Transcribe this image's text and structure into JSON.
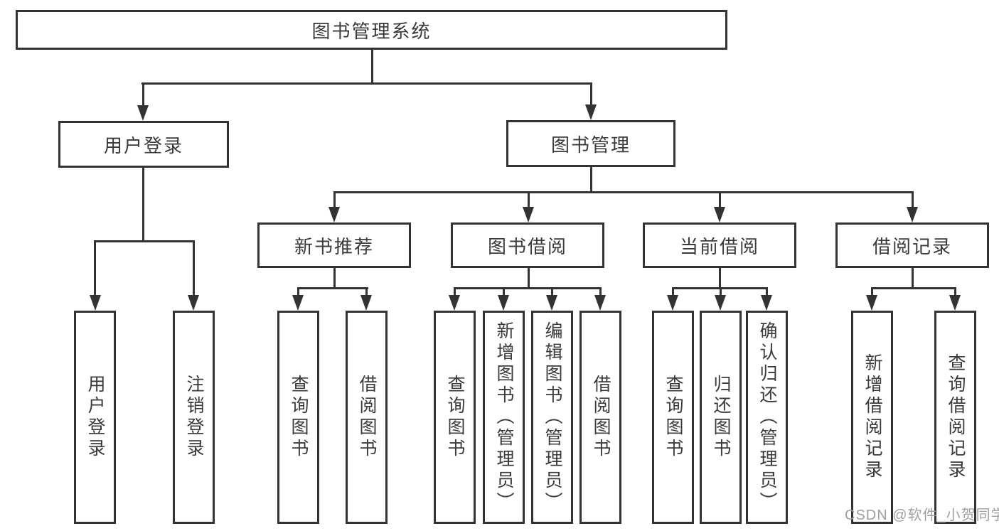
{
  "diagram_type": "hierarchy-tree",
  "hierarchy": {
    "label": "图书管理系统",
    "children": [
      {
        "label": "用户登录",
        "children": [
          {
            "label": "用户登录"
          },
          {
            "label": "注销登录"
          }
        ]
      },
      {
        "label": "图书管理",
        "children": [
          {
            "label": "新书推荐",
            "children": [
              {
                "label": "查询图书"
              },
              {
                "label": "借阅图书"
              }
            ]
          },
          {
            "label": "图书借阅",
            "children": [
              {
                "label": "查询图书"
              },
              {
                "label": "新增图书（管理员）"
              },
              {
                "label": "编辑图书（管理员）"
              },
              {
                "label": "借阅图书"
              }
            ]
          },
          {
            "label": "当前借阅",
            "children": [
              {
                "label": "查询图书"
              },
              {
                "label": "归还图书"
              },
              {
                "label": "确认归还（管理员）"
              }
            ]
          },
          {
            "label": "借阅记录",
            "children": [
              {
                "label": "新增借阅记录"
              },
              {
                "label": "查询借阅记录"
              }
            ]
          }
        ]
      }
    ]
  },
  "watermark": {
    "text": "CSDN @软件_小贺同学",
    "color": "#9f9f9f"
  },
  "colors": {
    "line": "#333333",
    "box_border": "#333333",
    "box_fill": "#ffffff",
    "text": "#3a3a3a",
    "background": "#ffffff"
  }
}
